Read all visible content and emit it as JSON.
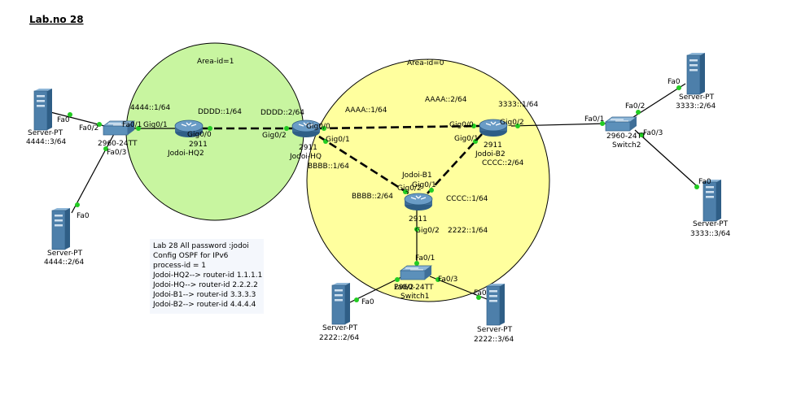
{
  "title": "Lab.no 28",
  "colors": {
    "area1": "#c8f5a0",
    "area0": "#ffff9e",
    "link": "#000000",
    "port_dot": "#22cc22",
    "router_body": "#4a7da8",
    "switch_body": "#5c90ba",
    "server_body": "#4d7faa",
    "note_bg": "#f4f7fc"
  },
  "areas": [
    {
      "label": "Area-id=1"
    },
    {
      "label": "Area-id=0"
    }
  ],
  "devices": [
    {
      "id": "server-4444-3",
      "icon": "server-icon",
      "line1": "Server-PT",
      "line2": "4444::3/64"
    },
    {
      "id": "server-4444-2",
      "icon": "server-icon",
      "line1": "Server-PT",
      "line2": "4444::2/64"
    },
    {
      "id": "switch-left",
      "icon": "switch-icon",
      "line1": "2960-24TT",
      "line2": ""
    },
    {
      "id": "jodoi-hq2",
      "icon": "router-icon",
      "line1": "2911",
      "line2": "Jodoi-HQ2"
    },
    {
      "id": "jodoi-hq",
      "icon": "router-icon",
      "line1": "2911",
      "line2": "Jodoi-HQ"
    },
    {
      "id": "jodoi-b2",
      "icon": "router-icon",
      "line1": "2911",
      "line2": "Jodoi-B2"
    },
    {
      "id": "jodoi-b1",
      "icon": "router-icon",
      "line1": "2911",
      "line2": "Jodoi-B1"
    },
    {
      "id": "switch1",
      "icon": "switch-icon",
      "line1": "2960-24TT",
      "line2": "Switch1"
    },
    {
      "id": "server-2222-2",
      "icon": "server-icon",
      "line1": "Server-PT",
      "line2": "2222::2/64"
    },
    {
      "id": "server-2222-3",
      "icon": "server-icon",
      "line1": "Server-PT",
      "line2": "2222::3/64"
    },
    {
      "id": "switch2",
      "icon": "switch-icon",
      "line1": "2960-24TT",
      "line2": "Switch2"
    },
    {
      "id": "server-3333-2",
      "icon": "server-icon",
      "line1": "Server-PT",
      "line2": "3333::2/64"
    },
    {
      "id": "server-3333-3",
      "icon": "server-icon",
      "line1": "Server-PT",
      "line2": "3333::3/64"
    }
  ],
  "port_labels": [
    "Fa0",
    "Fa0/2",
    "Fa0",
    "Fa0/3",
    "Fa0/1",
    "Gig0/1",
    "Gig0/0",
    "Gig0/2",
    "Gig0/0",
    "Gig0/1",
    "Gig0/0",
    "Gig0/2",
    "Gig0/1",
    "Gig0/1",
    "Gig0/2",
    "Gig0/2",
    "Fa0/1",
    "Fa0/2",
    "Fa0/3",
    "Fa0",
    "Fa0",
    "Fa0/1",
    "Fa0/2",
    "Fa0/3",
    "Fa0",
    "Fa0"
  ],
  "addresses": [
    "4444::1/64",
    "DDDD::1/64",
    "DDDD::2/64",
    "AAAA::1/64",
    "AAAA::2/64",
    "3333::1/64",
    "BBBB::1/64",
    "BBBB::2/64",
    "CCCC::2/64",
    "CCCC::1/64",
    "2222::1/64"
  ],
  "note": {
    "lines": [
      "Lab 28 All password :jodoi",
      "Config OSPF for IPv6",
      "process-id = 1",
      "Jodoi-HQ2--> router-id 1.1.1.1",
      "Jodoi-HQ--> router-id 2.2.2.2",
      "Jodoi-B1--> router-id 3.3.3.3",
      "Jodoi-B2--> router-id 4.4.4.4"
    ]
  }
}
